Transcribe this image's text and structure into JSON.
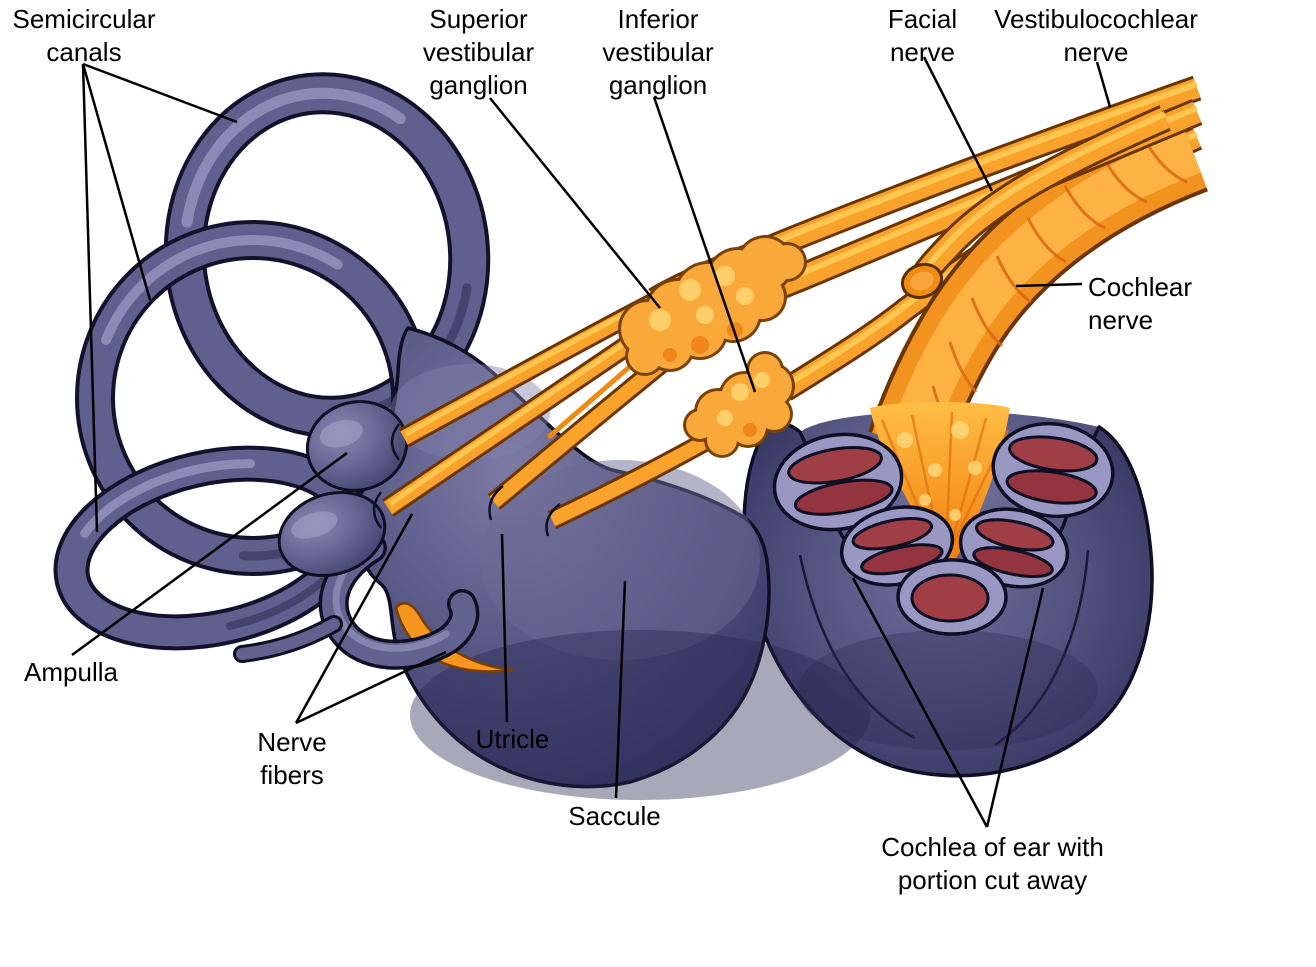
{
  "figure": {
    "type": "anatomical-diagram",
    "subject": "Inner ear: semicircular canals, vestibule and cochlea with nerves",
    "background": "#ffffff",
    "labels": [
      {
        "id": "semicircular-canals",
        "text": "Semicircular\ncanals"
      },
      {
        "id": "superior-vestibular-ganglion",
        "text": "Superior\nvestibular\nganglion"
      },
      {
        "id": "inferior-vestibular-ganglion",
        "text": "Inferior\nvestibular\nganglion"
      },
      {
        "id": "facial-nerve",
        "text": "Facial\nnerve"
      },
      {
        "id": "vestibulocochlear-nerve",
        "text": "Vestibulocochlear\nnerve"
      },
      {
        "id": "cochlear-nerve",
        "text": "Cochlear\nnerve"
      },
      {
        "id": "ampulla",
        "text": "Ampulla"
      },
      {
        "id": "nerve-fibers",
        "text": "Nerve\nfibers"
      },
      {
        "id": "utricle",
        "text": "Utricle"
      },
      {
        "id": "saccule",
        "text": "Saccule"
      },
      {
        "id": "cochlea-cut-away",
        "text": "Cochlea of ear with\nportion cut away"
      }
    ],
    "colors": {
      "label_text": "#000000",
      "leader_line": "#000000",
      "membrane_purple": "#60608E",
      "membrane_light": "#9393BC",
      "membrane_shadow": "#34345F",
      "outline_dark": "#12122C",
      "nerve_orange": "#F9A22C",
      "nerve_deep_orange": "#EF7D0E",
      "nerve_highlight": "#FFD05E",
      "ganglion_orange": "#F9A83A",
      "cut_face_lilac": "#9898C2",
      "cross_section_red": "#9E3B42"
    }
  }
}
